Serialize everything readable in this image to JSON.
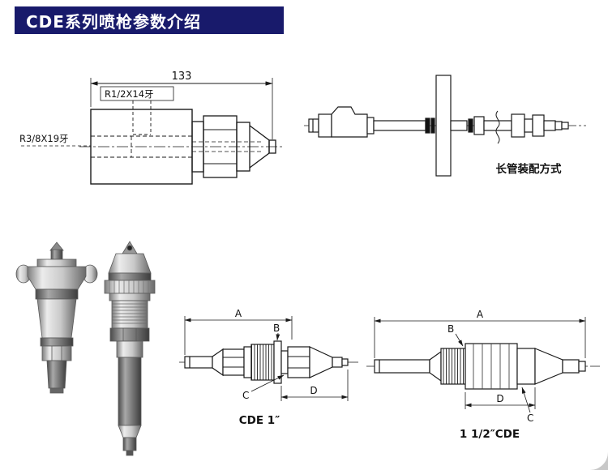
{
  "colors": {
    "banner_bg": "#181a6b",
    "line": "#1a1a1a"
  },
  "banner": {
    "title": "CDE系列喷枪参数介绍"
  },
  "dim_drawing": {
    "length": "133",
    "thread_top": "R1/2X14牙",
    "thread_side": "R3/8X19牙"
  },
  "assembly_drawing": {
    "caption": "长管装配方式"
  },
  "cde1": {
    "caption": "CDE 1″",
    "dim_a": "A",
    "dim_b": "B",
    "dim_c": "C",
    "dim_d": "D"
  },
  "cde15": {
    "caption": "1 1/2″CDE",
    "dim_a": "A",
    "dim_b": "B",
    "dim_c": "C",
    "dim_d": "D"
  }
}
